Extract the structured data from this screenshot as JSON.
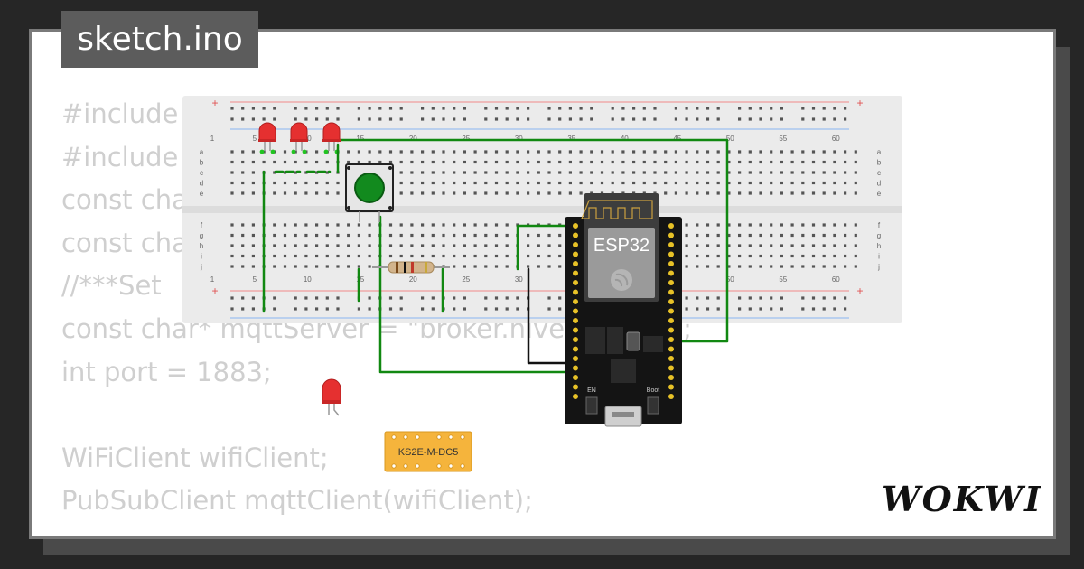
{
  "filename": "sketch.ino",
  "code_lines": [
    "#include",
    "#include",
    "const cha",
    "const cha",
    "//***Set",
    "const char* mqttServer = \"broker.hivemq.com\";",
    "int port = 1883;",
    "",
    "WiFiClient wifiClient;",
    "PubSubClient mqttClient(wifiClient);"
  ],
  "breadboard": {
    "column_numbers": [
      "1",
      "5",
      "10",
      "15",
      "20",
      "25",
      "30",
      "35",
      "40",
      "45",
      "50",
      "55",
      "60"
    ],
    "row_letters_top": [
      "a",
      "b",
      "c",
      "d",
      "e"
    ],
    "row_letters_bottom": [
      "f",
      "g",
      "h",
      "i",
      "j"
    ],
    "rail_plus": "+",
    "rail_minus": "-"
  },
  "esp32": {
    "label": "ESP32",
    "en_label": "EN",
    "boot_label": "Boot"
  },
  "relay_label": "KS2E-M-DC5",
  "brand": "WOKWI",
  "colors": {
    "background": "#262626",
    "card": "#ffffff",
    "tab": "#5c5c5c",
    "wire_green": "#118811",
    "led_red": "#e53030",
    "relay": "#f5b43c",
    "breadboard": "#ebebeb"
  }
}
